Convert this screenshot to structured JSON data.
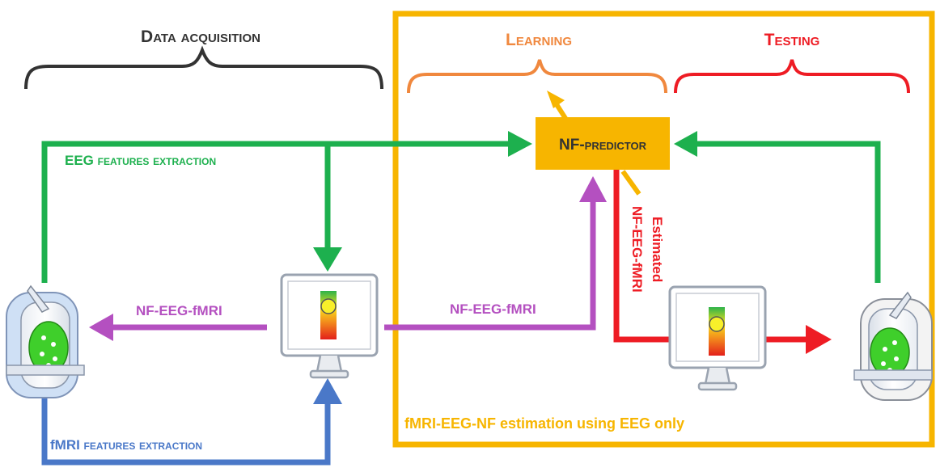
{
  "labels": {
    "data_acquisition": "Data acquisition",
    "learning": "Learning",
    "testing": "Testing",
    "nf_predictor": {
      "prefix": "NF-",
      "rest": "predictor"
    },
    "eeg_features": {
      "bold": "EEG",
      "rest": " features extraction"
    },
    "fmri_features": {
      "bold": "fMRI",
      "rest": " features extraction"
    },
    "nf_eeg_fmri_left": "NF-EEG-fMRI",
    "nf_eeg_fmri_mid": "NF-EEG-fMRI",
    "estimated": "Estimated",
    "estimated_nf": "NF-EEG-fMRI",
    "box_caption": "fMRI-EEG-NF estimation using EEG only"
  },
  "colors": {
    "green": "#1db04e",
    "purple": "#b450c0",
    "blue": "#4a78c8",
    "red": "#ee1c24",
    "orange": "#f0883e",
    "gold": "#f7b500",
    "dark": "#333333",
    "monitor": "#9aa3b0"
  },
  "icons": {
    "scanner_left": "mri-scanner-icon",
    "scanner_right": "mri-scanner-icon",
    "monitor_left": "computer-monitor-icon",
    "monitor_right": "computer-monitor-icon"
  }
}
